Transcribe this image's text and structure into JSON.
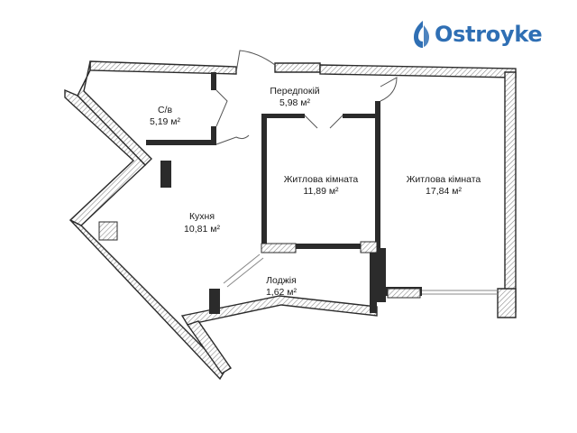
{
  "brand": {
    "name": "Ostroyke",
    "color": "#2f6fb4",
    "icon": "brand-drop-icon"
  },
  "plan": {
    "wall_color": "#2b2b2b",
    "hatch_color": "#9a9a9a",
    "rooms": [
      {
        "id": "hallway",
        "name": "Передпокій",
        "area": "5,98 м²"
      },
      {
        "id": "bathroom",
        "name": "С/в",
        "area": "5,19 м²"
      },
      {
        "id": "living-room-1",
        "name": "Житлова кімната",
        "area": "11,89 м²"
      },
      {
        "id": "living-room-2",
        "name": "Житлова кімната",
        "area": "17,84 м²"
      },
      {
        "id": "kitchen",
        "name": "Кухня",
        "area": "10,81 м²"
      },
      {
        "id": "loggia",
        "name": "Лоджія",
        "area": "1,62 м²"
      }
    ]
  }
}
